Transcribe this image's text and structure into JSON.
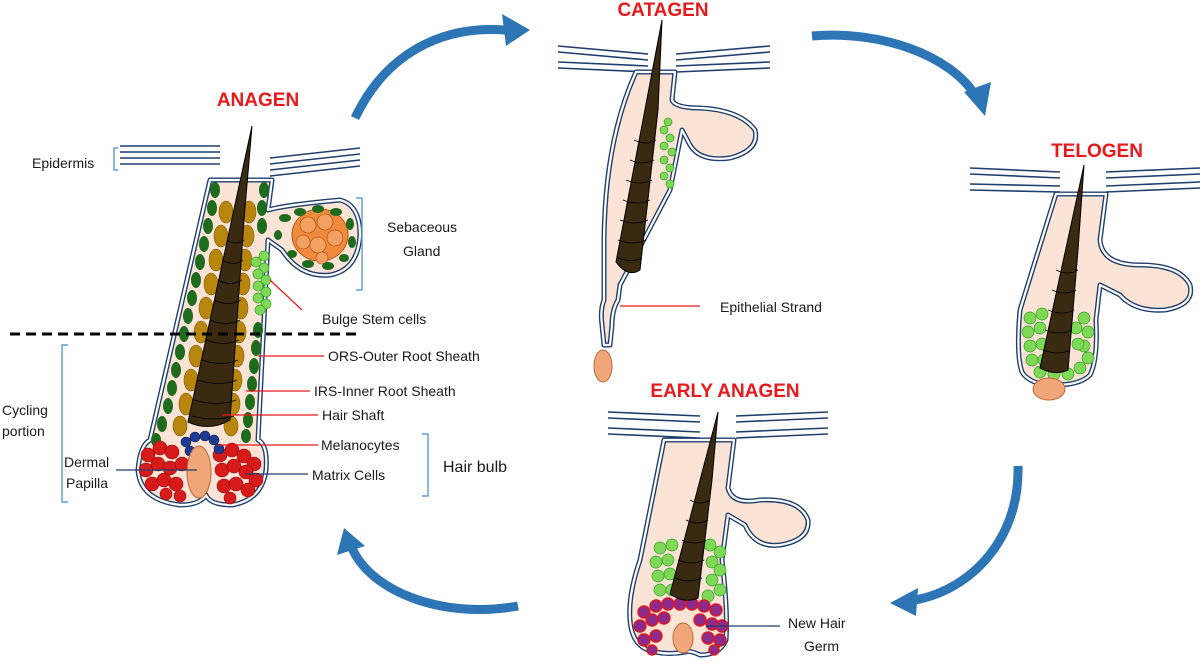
{
  "stages": {
    "anagen": "ANAGEN",
    "catagen": "CATAGEN",
    "telogen": "TELOGEN",
    "early_anagen": "EARLY ANAGEN"
  },
  "labels": {
    "epidermis": "Epidermis",
    "sebaceous_1": "Sebaceous",
    "sebaceous_2": "Gland",
    "bulge": "Bulge Stem cells",
    "ors": "ORS-Outer Root Sheath",
    "irs": "IRS-Inner Root Sheath",
    "hair_shaft": "Hair Shaft",
    "melanocytes": "Melanocytes",
    "matrix": "Matrix Cells",
    "hair_bulb": "Hair bulb",
    "cycling_1": "Cycling",
    "cycling_2": "portion",
    "dermal_1": "Dermal",
    "dermal_2": "Papilla",
    "epithelial": "Epithelial Strand",
    "new_hair_1": "New Hair",
    "new_hair_2": "Germ"
  },
  "colors": {
    "stage_title": "#e8191c",
    "arrow": "#2e75b6",
    "outline": "#1f3f6e",
    "follicle_fill": "#fbe3d6",
    "hair_shaft": "#3b2a12",
    "ors_cells": "#1e6b1e",
    "irs_cells": "#b8860b",
    "bulge_cells": "#7ed957",
    "matrix_cells": "#d91a1a",
    "melanocytes": "#1f3a93",
    "sebaceous": "#f08a3c",
    "papilla": "#f2a77a",
    "new_germ": "#8e2a8e"
  }
}
